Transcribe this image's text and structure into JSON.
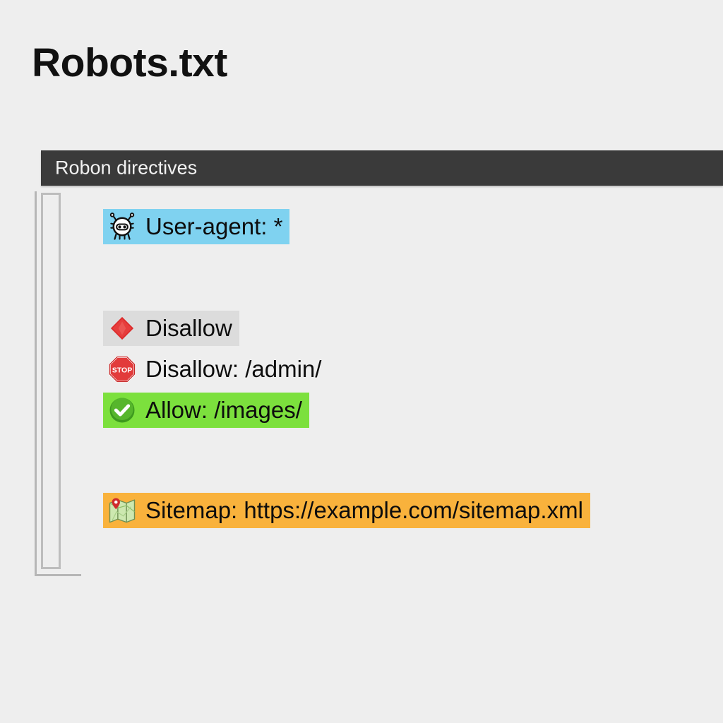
{
  "page": {
    "title": "Robots.txt",
    "background_color": "#eeeeee"
  },
  "section": {
    "header_label": "Robon directives",
    "header_bg": "#3a3a3a",
    "header_text_color": "#f2f2f2"
  },
  "directives": [
    {
      "icon": "robot-icon",
      "text": "User-agent: *",
      "highlight": "#7fd2f0",
      "highlight_name": "blue"
    },
    {
      "icon": "red-diamond-icon",
      "text": "Disallow",
      "highlight": "#dcdcdc",
      "highlight_name": "gray"
    },
    {
      "icon": "stop-sign-icon",
      "text": "Disallow: /admin/",
      "highlight": "none",
      "highlight_name": "none"
    },
    {
      "icon": "green-check-icon",
      "text": "Allow: /images/",
      "highlight": "#7ce03d",
      "highlight_name": "green"
    },
    {
      "icon": "map-icon",
      "text": "Sitemap: https://example.com/sitemap.xml",
      "highlight": "#f9b23c",
      "highlight_name": "orange"
    }
  ],
  "decorations": {
    "outer_bracket_color": "#b6b6b6",
    "inner_frame_color": "#bdbdbd"
  }
}
